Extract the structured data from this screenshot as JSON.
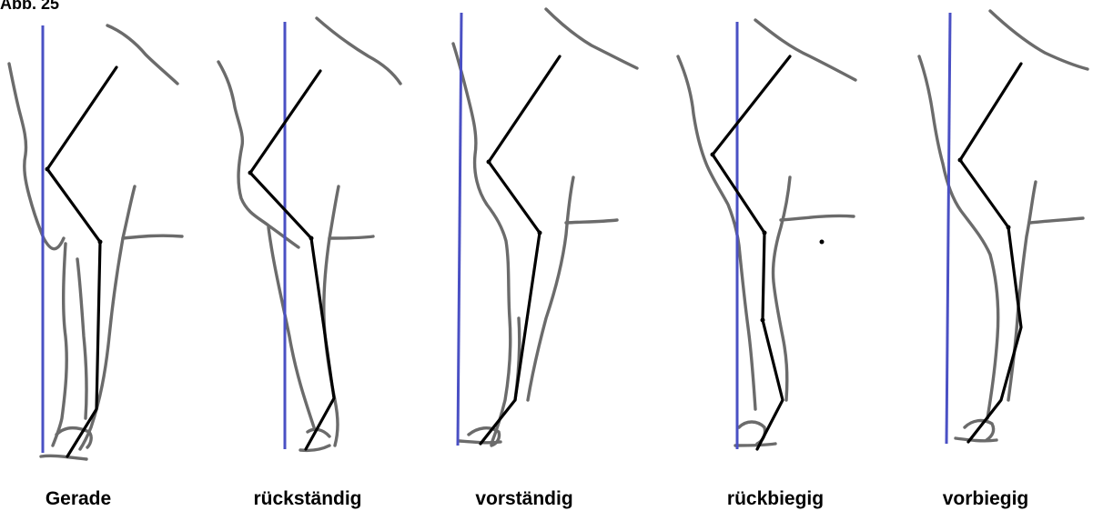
{
  "figure": {
    "title": "Abb. 25",
    "panels": [
      {
        "id": "gerade",
        "label": "Gerade"
      },
      {
        "id": "rueckstaendig",
        "label": "rückständig"
      },
      {
        "id": "vorstaendig",
        "label": "vorständig"
      },
      {
        "id": "rueckbiegig",
        "label": "rückbiegig"
      },
      {
        "id": "vorbiegig",
        "label": "vorbiegig"
      }
    ]
  },
  "colors": {
    "plumb_line": "#4a50c4",
    "leg_outline": "#6b6b6b",
    "skeleton_axis": "#000000"
  }
}
